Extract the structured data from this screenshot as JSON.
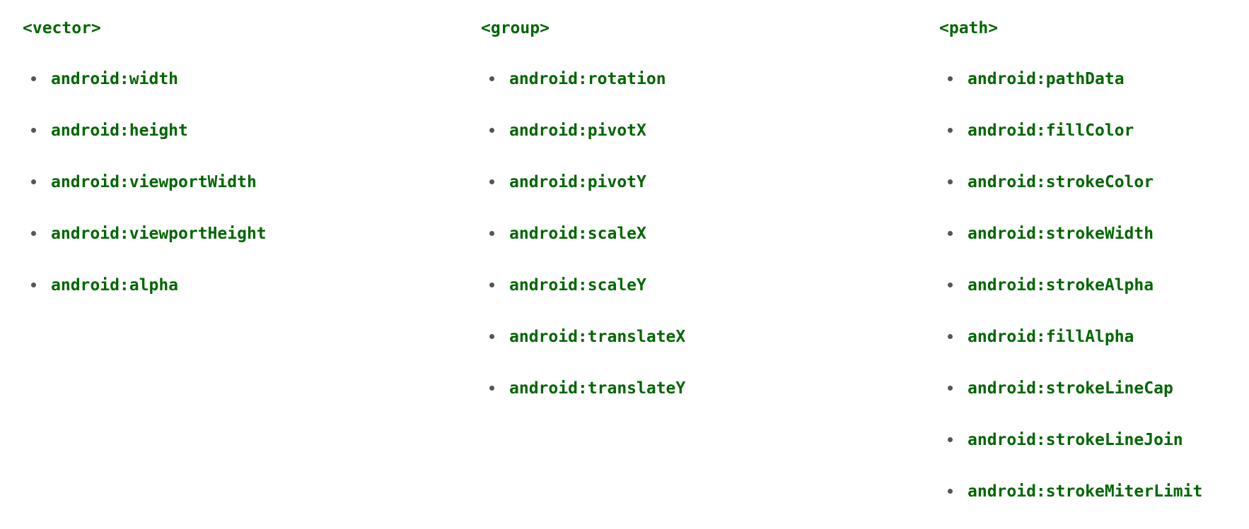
{
  "columns": [
    {
      "tag": "<vector>",
      "items": [
        "android:width",
        "android:height",
        "android:viewportWidth",
        "android:viewportHeight",
        "android:alpha"
      ]
    },
    {
      "tag": "<group>",
      "items": [
        "android:rotation",
        "android:pivotX",
        "android:pivotY",
        "android:scaleX",
        "android:scaleY",
        "android:translateX",
        "android:translateY"
      ]
    },
    {
      "tag": "<path>",
      "items": [
        "android:pathData",
        "android:fillColor",
        "android:strokeColor",
        "android:strokeWidth",
        "android:strokeAlpha",
        "android:fillAlpha",
        "android:strokeLineCap",
        "android:strokeLineJoin",
        "android:strokeMiterLimit"
      ]
    }
  ],
  "colors": {
    "code_text": "#006600",
    "bullet": "#555555",
    "background": "#ffffff"
  }
}
